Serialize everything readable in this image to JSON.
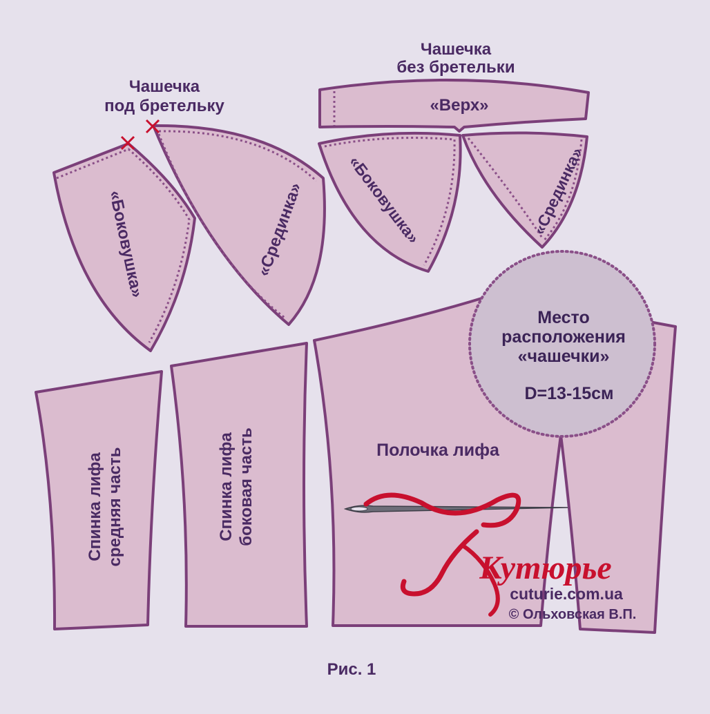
{
  "cup_strap_title": [
    "Чашечка",
    "под бретельку"
  ],
  "cup_strapless_title": [
    "Чашечка",
    "без бретельки"
  ],
  "top_label": "«Верх»",
  "side_label": "«Боковушка»",
  "middle_label": "«Срединка»",
  "cup_place": {
    "lines": [
      "Место",
      "расположения",
      "«чашечки»"
    ],
    "diameter": "D=13-15см"
  },
  "front_label": "Полочка лифа",
  "back_middle": [
    "Спинка лифа",
    "средняя часть"
  ],
  "back_side": [
    "Спинка лифа",
    "боковая часть"
  ],
  "logo": {
    "word": "Кутюрье",
    "site": "cuturie.com.ua",
    "copyright": "© Ольховская В.П."
  },
  "caption": "Рис. 1",
  "colors": {
    "background": "#e6e1ec",
    "piece_fill": "#dbbccf",
    "outline": "#7b3f79",
    "text": "#4a2a63",
    "circle_fill": "#cdbfd0",
    "logo_red": "#c8102e"
  }
}
